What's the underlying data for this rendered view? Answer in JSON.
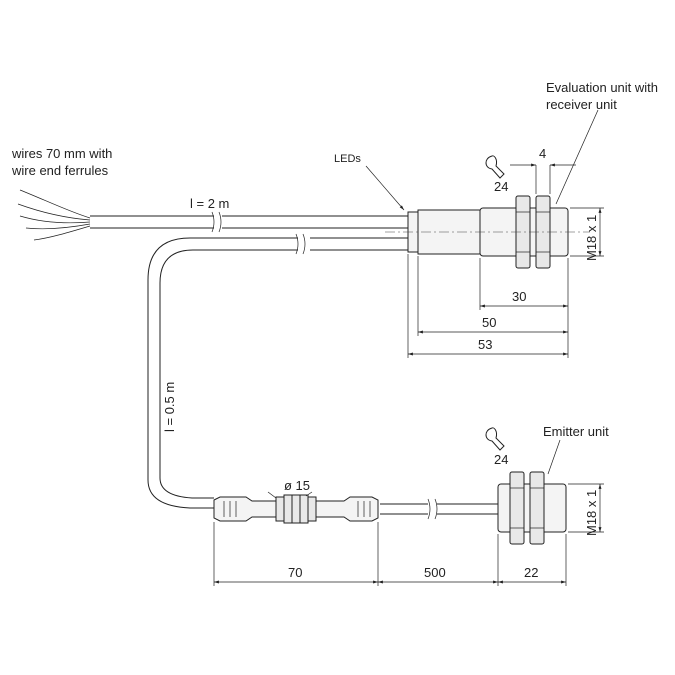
{
  "labels": {
    "wires": [
      "wires 70 mm with",
      "wire end ferrules"
    ],
    "cable_length_main": "l = 2 m",
    "cable_length_loop": "l = 0.5 m",
    "leds": "LEDs",
    "evaluation_unit": [
      "Evaluation unit with",
      "receiver unit"
    ],
    "emitter_unit": "Emitter unit",
    "connector_diameter": "ø 15",
    "wrench_top": "24",
    "wrench_bottom": "24",
    "thread_top": "M18 x 1",
    "thread_bottom": "M18 x 1"
  },
  "dimensions": {
    "top_4": "4",
    "top_30": "30",
    "top_50": "50",
    "top_53": "53",
    "bottom_70": "70",
    "bottom_500": "500",
    "bottom_22": "22"
  },
  "icons": {
    "wrench": "wrench-icon"
  }
}
